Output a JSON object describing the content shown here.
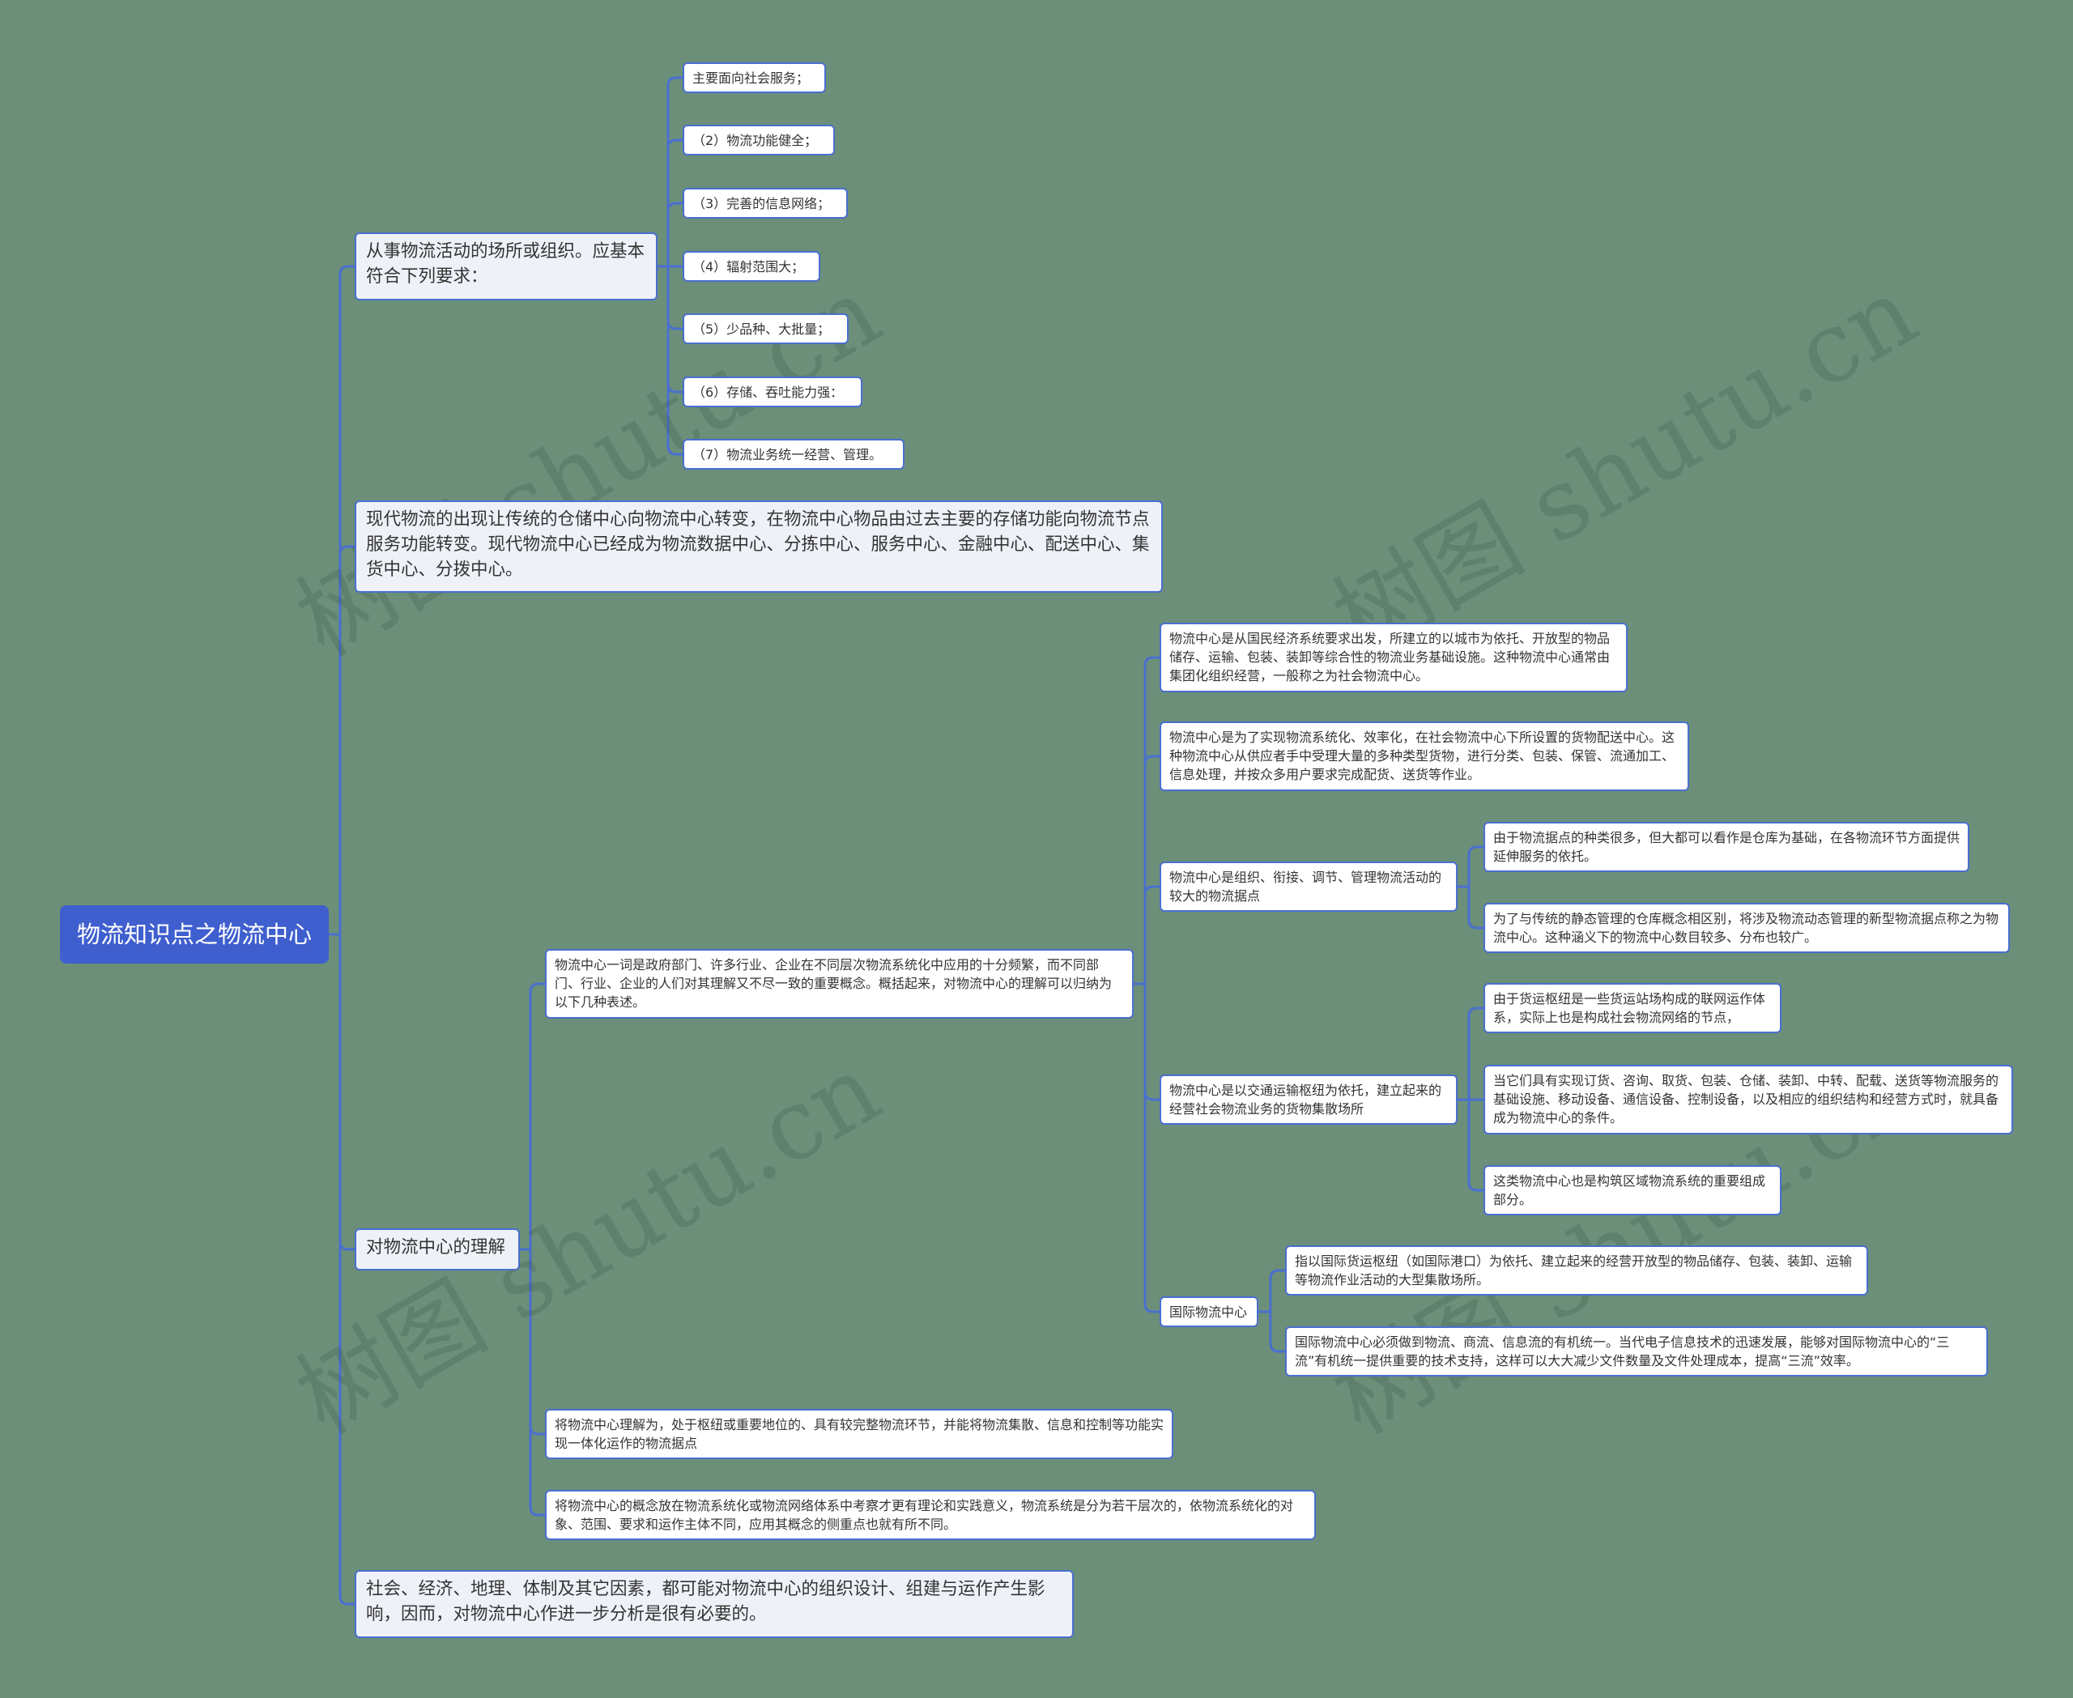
{
  "root": "物流知识点之物流中心",
  "branch1": {
    "label": "从事物流活动的场所或组织。应基本符合下列要求：",
    "items": [
      "主要面向社会服务；",
      "（2）物流功能健全；",
      "（3）完善的信息网络；",
      "（4）辐射范围大；",
      "（5）少品种、大批量；",
      "（6）存储、吞吐能力强：",
      "（7）物流业务统一经营、管理。"
    ]
  },
  "branch2": {
    "label": "现代物流的出现让传统的仓储中心向物流中心转变，在物流中心物品由过去主要的存储功能向物流节点服务功能转变。现代物流中心已经成为物流数据中心、分拣中心、服务中心、金融中心、配送中心、集货中心、分拨中心。"
  },
  "branch3": {
    "label": "对物流中心的理解",
    "concept": "物流中心一词是政府部门、许多行业、企业在不同层次物流系统化中应用的十分频繁，而不同部门、行业、企业的人们对其理解又不尽一致的重要概念。概括起来，对物流中心的理解可以归纳为以下几种表述。",
    "def1": "物流中心是从国民经济系统要求出发，所建立的以城市为依托、开放型的物品储存、运输、包装、装卸等综合性的物流业务基础设施。这种物流中心通常由集团化组织经营，一般称之为社会物流中心。",
    "def2": "物流中心是为了实现物流系统化、效率化，在社会物流中心下所设置的货物配送中心。这种物流中心从供应者手中受理大量的多种类型货物，进行分类、包装、保管、流通加工、信息处理，并按众多用户要求完成配货、送货等作业。",
    "def3": {
      "label": "物流中心是组织、衔接、调节、管理物流活动的较大的物流据点",
      "items": [
        "由于物流据点的种类很多，但大都可以看作是仓库为基础，在各物流环节方面提供延伸服务的依托。",
        "为了与传统的静态管理的仓库概念相区别，将涉及物流动态管理的新型物流据点称之为物流中心。这种涵义下的物流中心数目较多、分布也较广。"
      ]
    },
    "def4": {
      "label": "物流中心是以交通运输枢纽为依托，建立起来的经营社会物流业务的货物集散场所",
      "items": [
        "由于货运枢纽是一些货运站场构成的联网运作体系，实际上也是构成社会物流网络的节点，",
        "当它们具有实现订货、咨询、取货、包装、仓储、装卸、中转、配载、送货等物流服务的基础设施、移动设备、通信设备、控制设备，以及相应的组织结构和经营方式时，就具备成为物流中心的条件。",
        "这类物流中心也是构筑区域物流系统的重要组成部分。"
      ]
    },
    "def5": {
      "label": "国际物流中心",
      "items": [
        "指以国际货运枢纽（如国际港口）为依托、建立起来的经营开放型的物品储存、包装、装卸、运输等物流作业活动的大型集散场所。",
        "国际物流中心必须做到物流、商流、信息流的有机统一。当代电子信息技术的迅速发展，能够对国际物流中心的“三流”有机统一提供重要的技术支持，这样可以大大减少文件数量及文件处理成本，提高“三流”效率。"
      ]
    },
    "hub": "将物流中心理解为，处于枢纽或重要地位的、具有较完整物流环节，并能将物流集散、信息和控制等功能实现一体化运作的物流据点",
    "system": "将物流中心的概念放在物流系统化或物流网络体系中考察才更有理论和实践意义，物流系统是分为若干层次的，依物流系统化的对象、范围、要求和运作主体不同，应用其概念的侧重点也就有所不同。"
  },
  "branch4": {
    "label": "社会、经济、地理、体制及其它因素，都可能对物流中心的组织设计、组建与运作产生影响，因而，对物流中心作进一步分析是很有必要的。"
  },
  "watermark": "树图 shutu.cn",
  "colors": {
    "background": "#6b8f79",
    "line": "#4a6fd0",
    "root": "#3f5fcf"
  }
}
